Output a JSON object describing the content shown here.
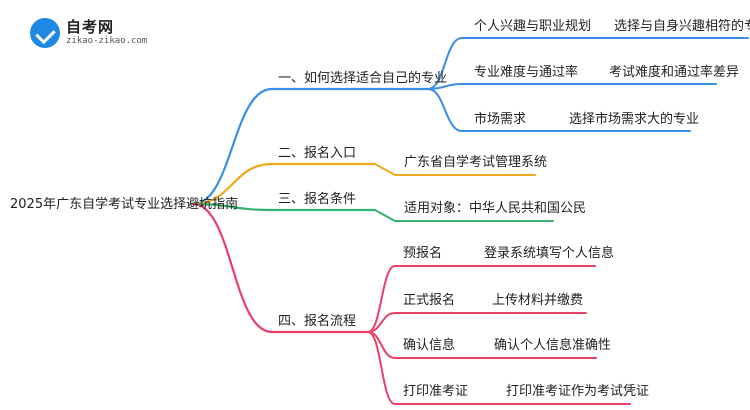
{
  "logo": {
    "name": "自考网",
    "url": "zikao-zikao.com"
  },
  "colors": {
    "blue": "#3a8ee6",
    "orange": "#f0a81e",
    "green": "#37b36f",
    "red": "#e9406a",
    "text": "#222222"
  },
  "root": {
    "label": "2025年广东自学考试专业选择避坑指南"
  },
  "branches": [
    {
      "id": "b1",
      "color": "blue",
      "label": "一、如何选择适合自己的专业",
      "children": [
        {
          "label": "个人兴趣与职业规划",
          "leaf": "选择与自身兴趣相符的专业"
        },
        {
          "label": "专业难度与通过率",
          "leaf": "考试难度和通过率差异"
        },
        {
          "label": "市场需求",
          "leaf": "选择市场需求大的专业"
        }
      ]
    },
    {
      "id": "b2",
      "color": "orange",
      "label": "二、报名入口",
      "leaf": "广东省自学考试管理系统"
    },
    {
      "id": "b3",
      "color": "green",
      "label": "三、报名条件",
      "leaf": "适用对象：中华人民共和国公民"
    },
    {
      "id": "b4",
      "color": "red",
      "label": "四、报名流程",
      "children": [
        {
          "label": "预报名",
          "leaf": "登录系统填写个人信息"
        },
        {
          "label": "正式报名",
          "leaf": "上传材料并缴费"
        },
        {
          "label": "确认信息",
          "leaf": "确认个人信息准确性"
        },
        {
          "label": "打印准考证",
          "leaf": "打印准考证作为考试凭证"
        }
      ]
    }
  ]
}
